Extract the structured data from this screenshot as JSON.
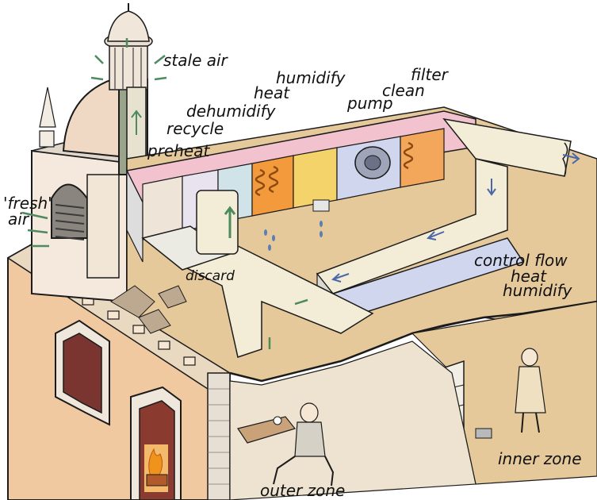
{
  "labels": {
    "stale_air": "stale air",
    "humidify_top": "humidify",
    "filter": "filter",
    "heat_top": "heat",
    "clean": "clean",
    "dehumidify": "dehumidify",
    "pump": "pump",
    "recycle": "recycle",
    "preheat": "preheat",
    "fresh": "'fresh'",
    "air": "air",
    "discard": "discard",
    "control_flow": "control flow",
    "heat_right": "heat",
    "humidify_right": "humidify",
    "inner_zone": "inner zone",
    "outer_zone": "outer zone"
  },
  "colors": {
    "wall": "#f1c9a0",
    "wall_shade": "#e4b48a",
    "duct": "#f3ecd6",
    "duct_shade": "#d9d9d2",
    "duct_blue": "#cfd6ee",
    "roof_floor": "#e6c99b",
    "plant_pink": "#f2c3cf",
    "coil_orange": "#f39a3c",
    "coil_yellow": "#f4d36a",
    "arrow_green": "#4d8a5e",
    "arrow_blue": "#4a67a8",
    "ink": "#1b1b1b",
    "fire": "#f0931c"
  }
}
